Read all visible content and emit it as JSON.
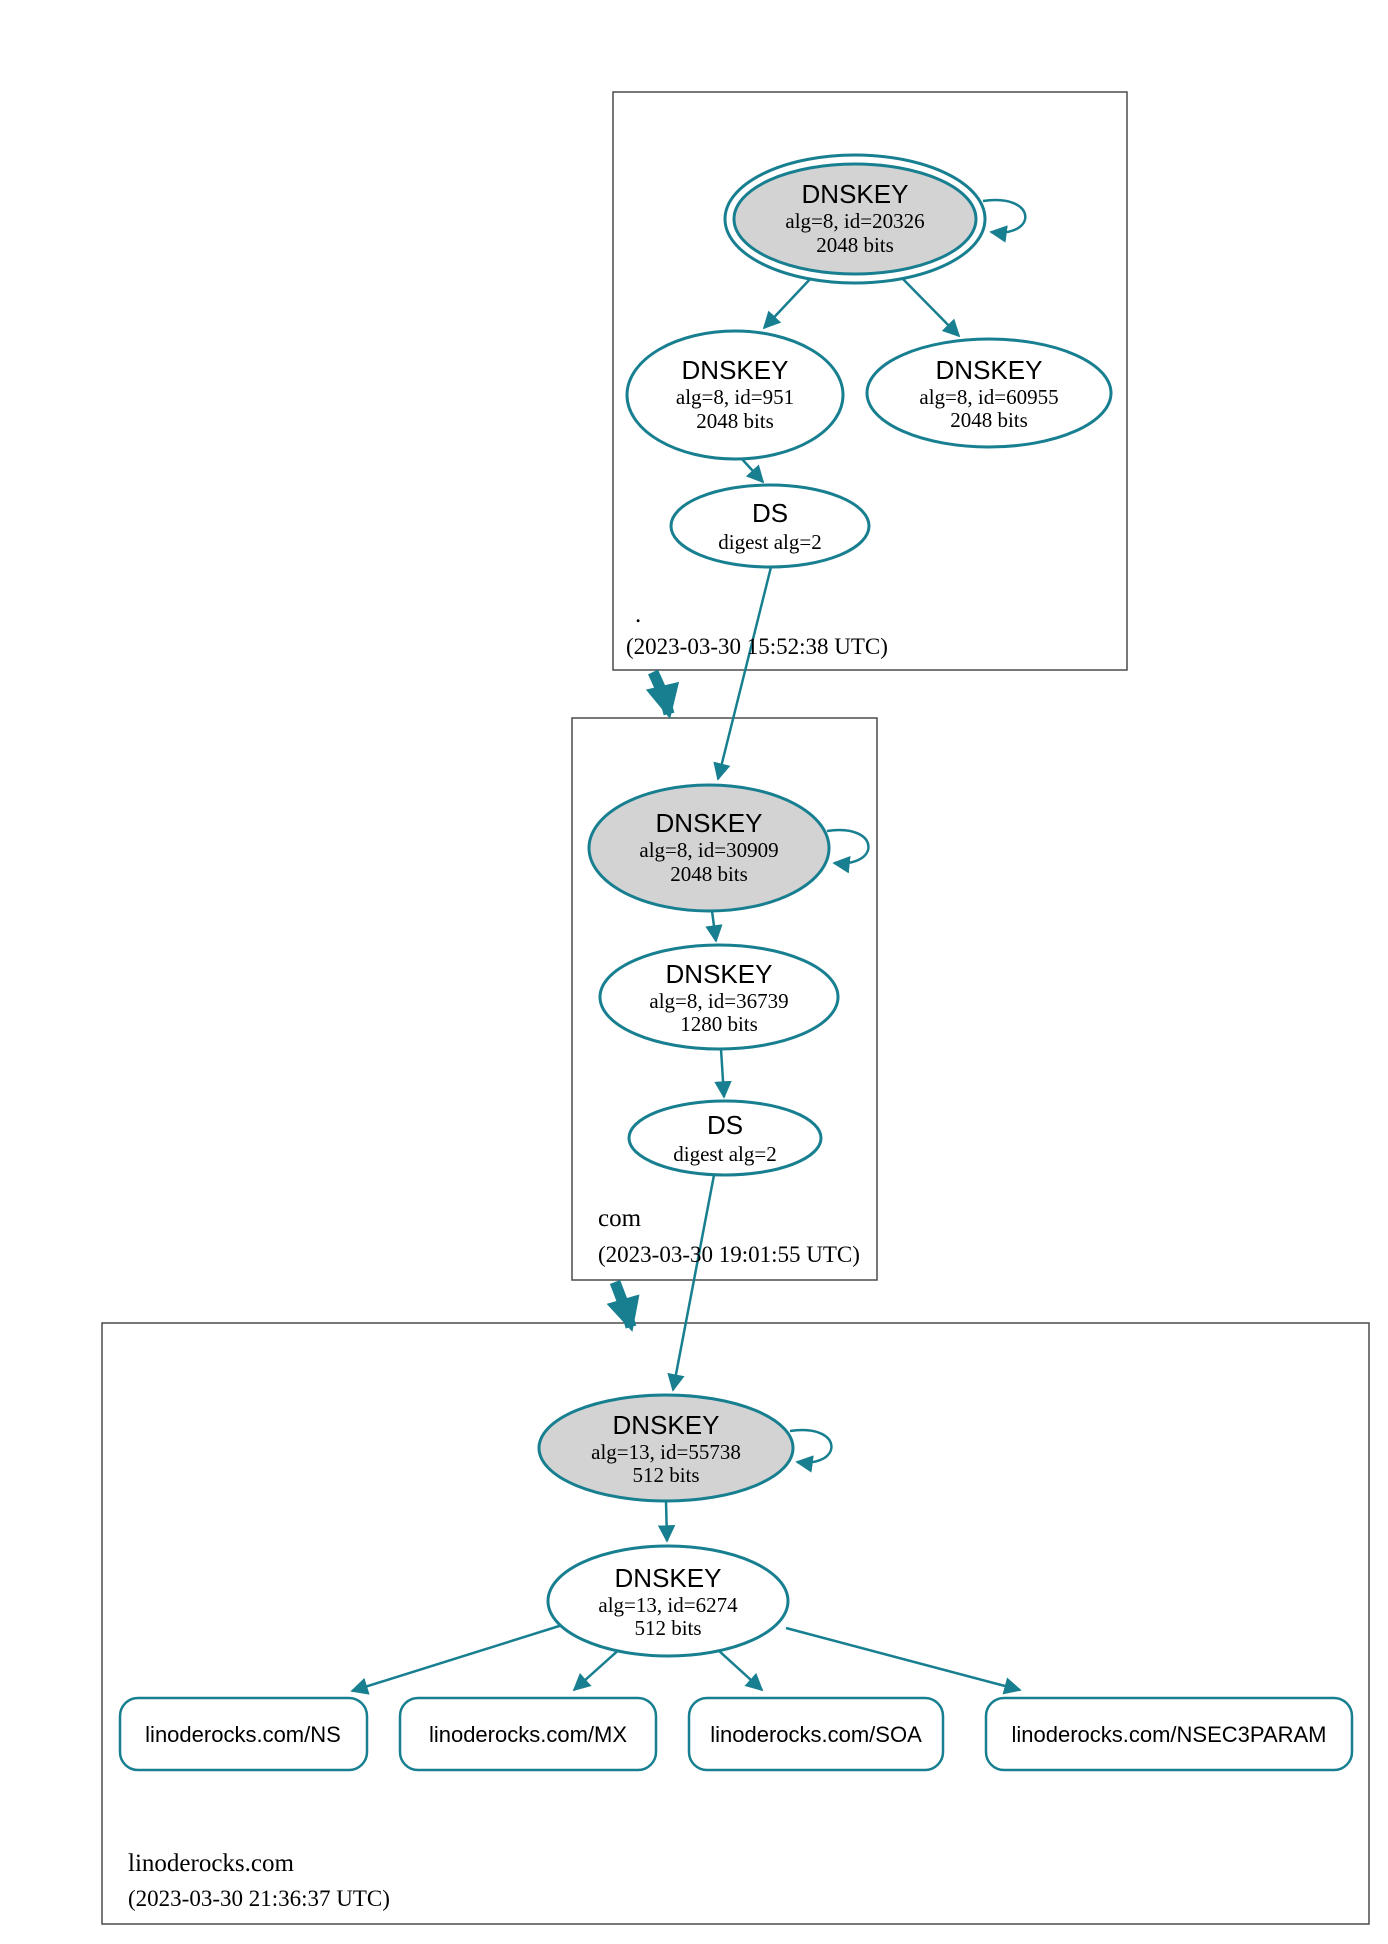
{
  "colors": {
    "edge_secure": "#177f90",
    "ksk_fill": "#d3d3d3",
    "node_fill": "#ffffff",
    "zone_border": "#4c4c4c",
    "text": "#000000",
    "background": "#ffffff"
  },
  "zones": {
    "root": {
      "label": ".",
      "timestamp": "(2023-03-30 15:52:38 UTC)"
    },
    "com": {
      "label": "com",
      "timestamp": "(2023-03-30 19:01:55 UTC)"
    },
    "linoderocks": {
      "label": "linoderocks.com",
      "timestamp": "(2023-03-30 21:36:37 UTC)"
    }
  },
  "nodes": {
    "root_ksk": {
      "title": "DNSKEY",
      "detail1": "alg=8, id=20326",
      "detail2": "2048 bits"
    },
    "root_zsk_951": {
      "title": "DNSKEY",
      "detail1": "alg=8, id=951",
      "detail2": "2048 bits"
    },
    "root_zsk_60955": {
      "title": "DNSKEY",
      "detail1": "alg=8, id=60955",
      "detail2": "2048 bits"
    },
    "root_ds": {
      "title": "DS",
      "detail1": "digest alg=2"
    },
    "com_ksk": {
      "title": "DNSKEY",
      "detail1": "alg=8, id=30909",
      "detail2": "2048 bits"
    },
    "com_zsk": {
      "title": "DNSKEY",
      "detail1": "alg=8, id=36739",
      "detail2": "1280 bits"
    },
    "com_ds": {
      "title": "DS",
      "detail1": "digest alg=2"
    },
    "lino_ksk": {
      "title": "DNSKEY",
      "detail1": "alg=13, id=55738",
      "detail2": "512 bits"
    },
    "lino_zsk": {
      "title": "DNSKEY",
      "detail1": "alg=13, id=6274",
      "detail2": "512 bits"
    },
    "rrset_ns": {
      "label": "linoderocks.com/NS"
    },
    "rrset_mx": {
      "label": "linoderocks.com/MX"
    },
    "rrset_soa": {
      "label": "linoderocks.com/SOA"
    },
    "rrset_nsec3param": {
      "label": "linoderocks.com/NSEC3PARAM"
    }
  }
}
